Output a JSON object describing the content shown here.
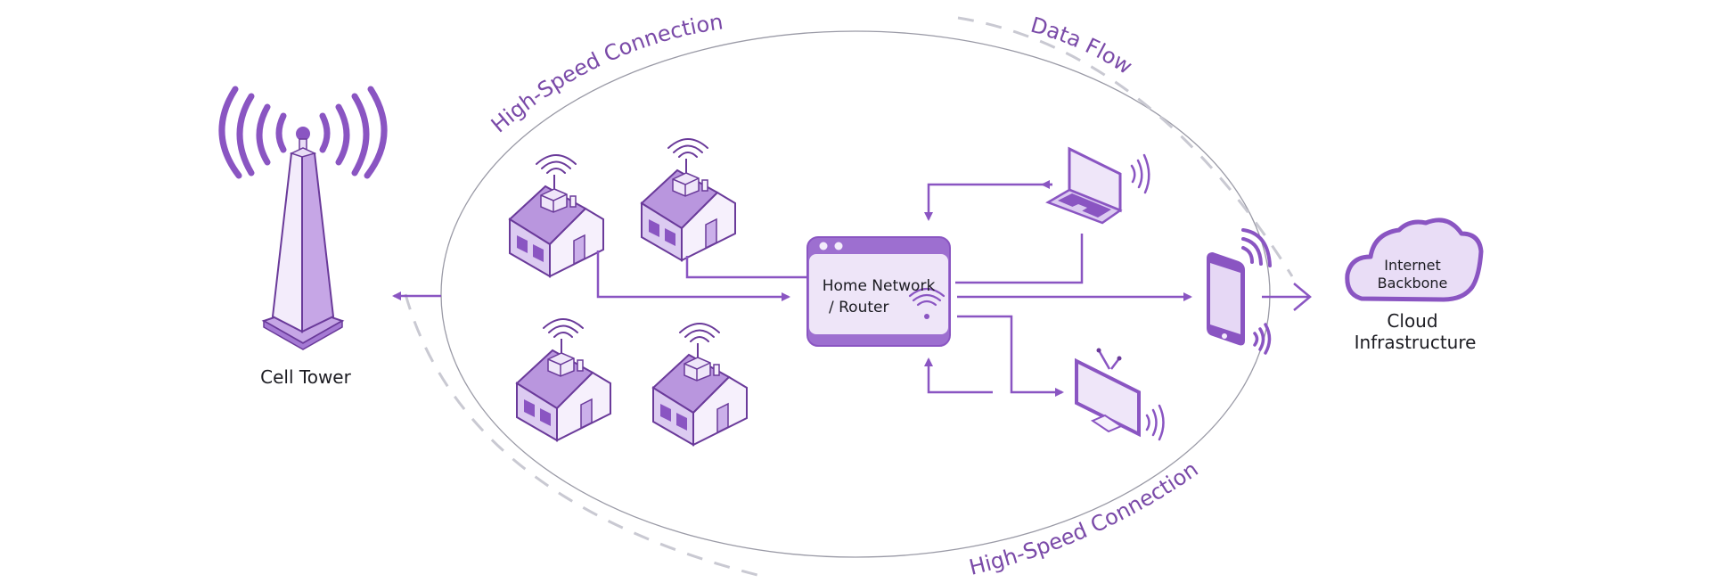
{
  "diagram": {
    "title": "Home Network Connectivity Diagram",
    "colors": {
      "accent": "#8a55c2",
      "accent_dark": "#6a3a9a",
      "fill_light": "#e9ddf6",
      "fill_mid": "#b996de",
      "arc_gray": "#9a9aa6",
      "text": "#1c1c22",
      "label_purple": "#7a4aa8"
    },
    "nodes": {
      "cell_tower": {
        "label": "Cell Tower",
        "icon": "cell-tower-icon"
      },
      "houses": [
        {
          "label": "",
          "icon": "house-icon"
        },
        {
          "label": "",
          "icon": "house-icon"
        },
        {
          "label": "",
          "icon": "house-icon"
        },
        {
          "label": "",
          "icon": "house-icon"
        }
      ],
      "router": {
        "line1": "Home Network",
        "line2": "/ Router",
        "icon": "wifi-icon"
      },
      "laptop": {
        "label": "",
        "icon": "laptop-icon"
      },
      "tv": {
        "label": "",
        "icon": "tv-icon"
      },
      "phone": {
        "label": "",
        "icon": "smartphone-icon"
      },
      "cloud": {
        "line1": "Internet",
        "line2": "Backbone",
        "caption1": "Cloud",
        "caption2": "Infrastructure",
        "icon": "cloud-icon"
      }
    },
    "arc_labels": {
      "top_left": "High-Speed Connection",
      "top_right": "Data Flow",
      "bottom": "High-Speed Connection"
    }
  }
}
